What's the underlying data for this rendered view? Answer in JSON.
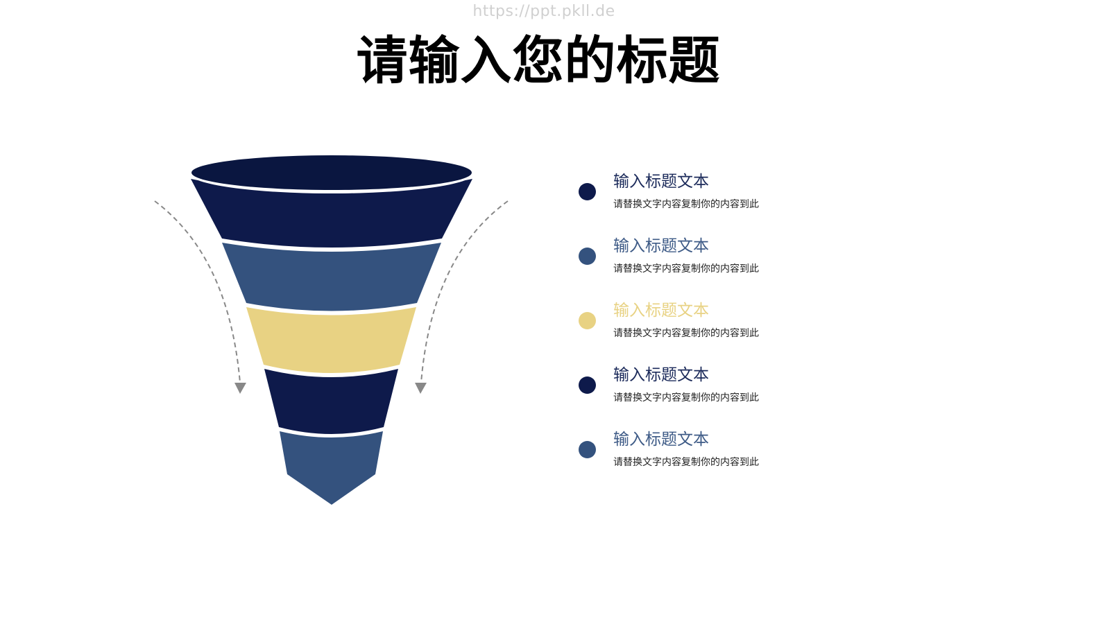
{
  "watermark": "https://ppt.pkll.de",
  "title": "请输入您的标题",
  "colors": {
    "navy": "#0e1a4b",
    "navy_top": "#0a1640",
    "steel_blue": "#34527e",
    "gold": "#e8d283",
    "arrow_gray": "#888888"
  },
  "funnel": {
    "layers": [
      {
        "name": "layer-1",
        "color": "#0e1a4b"
      },
      {
        "name": "layer-2",
        "color": "#34527e"
      },
      {
        "name": "layer-3",
        "color": "#e8d283"
      },
      {
        "name": "layer-4",
        "color": "#0e1a4b"
      },
      {
        "name": "layer-5",
        "color": "#34527e"
      }
    ]
  },
  "legend": {
    "items": [
      {
        "title": "输入标题文本",
        "desc": "请替换文字内容复制你的内容到此",
        "color": "#0e1a4b",
        "title_color": "#1b2a5a"
      },
      {
        "title": "输入标题文本",
        "desc": "请替换文字内容复制你的内容到此",
        "color": "#34527e",
        "title_color": "#3d5a86"
      },
      {
        "title": "输入标题文本",
        "desc": "请替换文字内容复制你的内容到此",
        "color": "#e8d283",
        "title_color": "#e8d283"
      },
      {
        "title": "输入标题文本",
        "desc": "请替换文字内容复制你的内容到此",
        "color": "#0e1a4b",
        "title_color": "#1b2a5a"
      },
      {
        "title": "输入标题文本",
        "desc": "请替换文字内容复制你的内容到此",
        "color": "#34527e",
        "title_color": "#3d5a86"
      }
    ]
  }
}
